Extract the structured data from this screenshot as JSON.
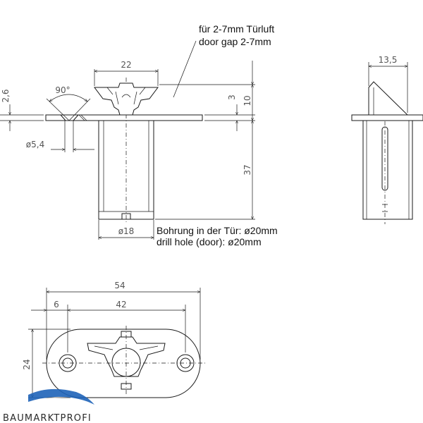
{
  "notes": {
    "gap_de": "für 2-7mm Türluft",
    "gap_en": "door gap 2-7mm",
    "hole_de": "Bohrung in der Tür: ø20mm",
    "hole_en": "drill hole (door): ø20mm"
  },
  "dimensions": {
    "top_width": "22",
    "angle": "90°",
    "flange_thickness": "2,6",
    "hole_dia": "ø5,4",
    "recess": "3",
    "head_height": "10",
    "body_height": "37",
    "body_dia": "ø18",
    "side_width": "13,5",
    "plate_length": "54",
    "edge_offset": "6",
    "hole_spacing": "42",
    "plate_height": "24"
  },
  "logo": {
    "text": "BAUMARKTPROFI",
    "colors": {
      "swoosh": "#1e63b8",
      "text": "#2a2a2a"
    }
  }
}
